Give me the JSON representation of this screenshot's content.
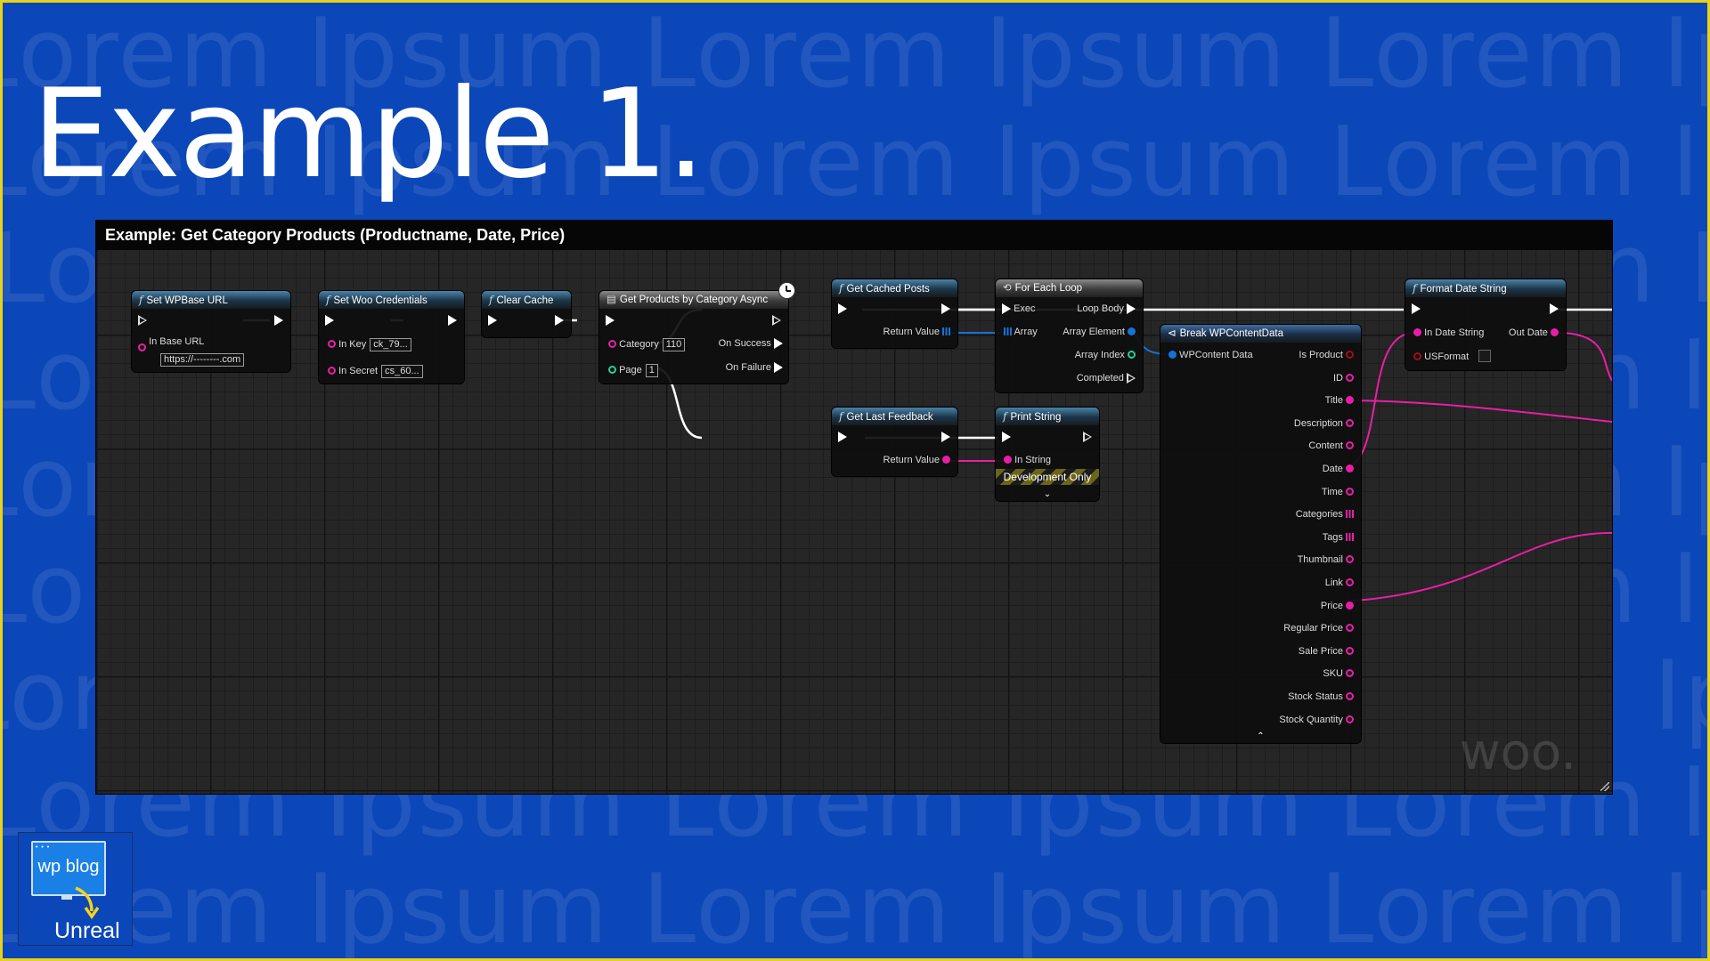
{
  "background": {
    "watermark_text": "Lorem Ipsum",
    "color": "#0b47b8",
    "frame_color": "#e8d21a"
  },
  "slide_title": "Example 1.",
  "graph": {
    "title": "Example: Get Category Products (Productname, Date, Price)",
    "watermark": "woo.",
    "nodes": {
      "set_base_url": {
        "title": "Set WPBase URL",
        "pin_label": "In Base URL",
        "value": "https://--------.com"
      },
      "set_woo_credentials": {
        "title": "Set Woo Credentials",
        "key_label": "In Key",
        "key_value": "ck_79...",
        "secret_label": "In Secret",
        "secret_value": "cs_60..."
      },
      "clear_cache": {
        "title": "Clear Cache"
      },
      "get_products": {
        "title": "Get Products by Category Async",
        "category_label": "Category",
        "category_value": "110",
        "page_label": "Page",
        "page_value": "1",
        "on_success": "On Success",
        "on_failure": "On Failure"
      },
      "get_cached_posts": {
        "title": "Get Cached Posts",
        "return_value": "Return Value"
      },
      "get_last_feedback": {
        "title": "Get Last Feedback",
        "return_value": "Return Value"
      },
      "for_each_loop": {
        "title": "For Each Loop",
        "exec": "Exec",
        "array": "Array",
        "loop_body": "Loop Body",
        "array_element": "Array Element",
        "array_index": "Array Index",
        "completed": "Completed"
      },
      "print_string": {
        "title": "Print String",
        "in_string": "In String",
        "dev_only": "Development Only"
      },
      "break_wpcontent": {
        "title": "Break WPContentData",
        "input": "WPContent Data",
        "outputs": [
          "Is Product",
          "ID",
          "Title",
          "Description",
          "Content",
          "Date",
          "Time",
          "Categories",
          "Tags",
          "Thumbnail",
          "Link",
          "Price",
          "Regular Price",
          "Sale Price",
          "SKU",
          "Stock Status",
          "Stock Quantity"
        ]
      },
      "format_date": {
        "title": "Format Date String",
        "in_date": "In Date String",
        "us_format": "USFormat",
        "out_date": "Out Date"
      }
    },
    "pin_colors": {
      "string": "#e91ea8",
      "int": "#1fd39a",
      "struct": "#1672d8",
      "bool": "#a01010",
      "exec": "#ffffff"
    }
  },
  "logo": {
    "top_text": "wp blog",
    "bottom_text": "Unreal",
    "dots": "• • •"
  }
}
